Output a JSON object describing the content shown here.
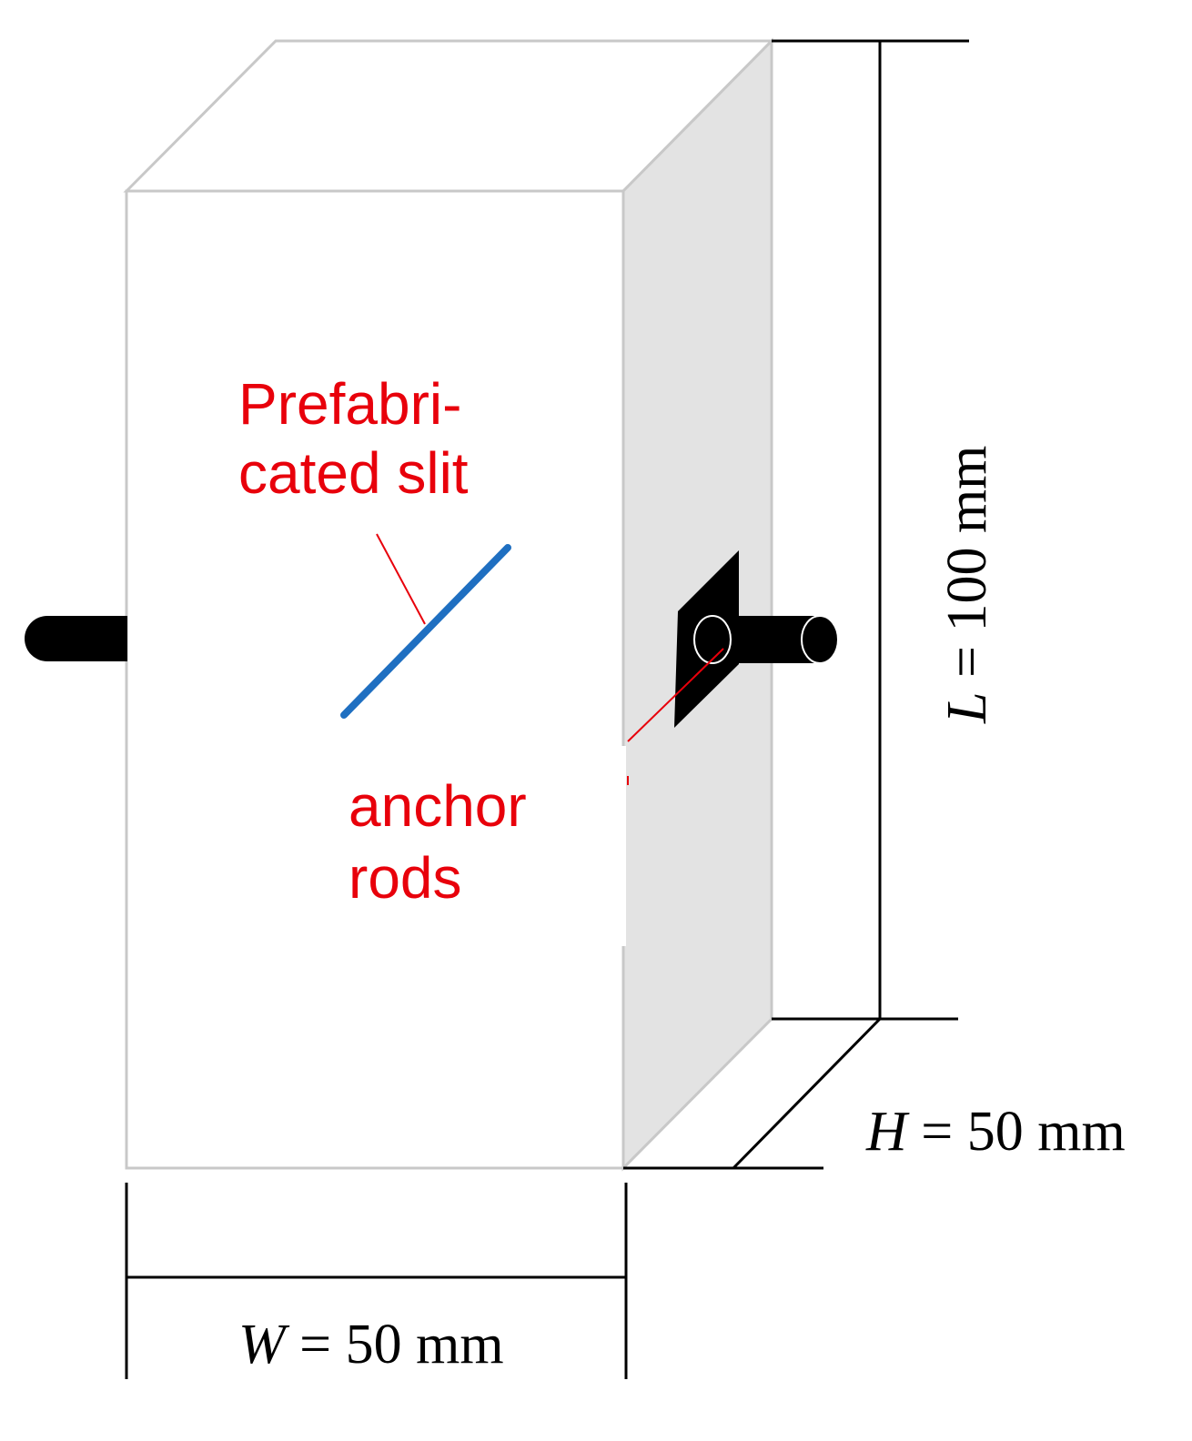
{
  "annotations": {
    "slit_line1": "Prefabri-",
    "slit_line2": "cated slit",
    "rods_line1": "anchor",
    "rods_line2": "rods"
  },
  "dimensions": {
    "width": {
      "symbol": "W",
      "value": " = 50 mm"
    },
    "height": {
      "symbol": "H",
      "value": " = 50 mm"
    },
    "length": {
      "symbol": "L",
      "value": " = 100 mm"
    }
  },
  "colors": {
    "annotation": "#e8000b",
    "slit": "#1f6fc1",
    "side_face": "#e3e3e3",
    "edges": "#c8c8c8",
    "rod": "#000000"
  }
}
